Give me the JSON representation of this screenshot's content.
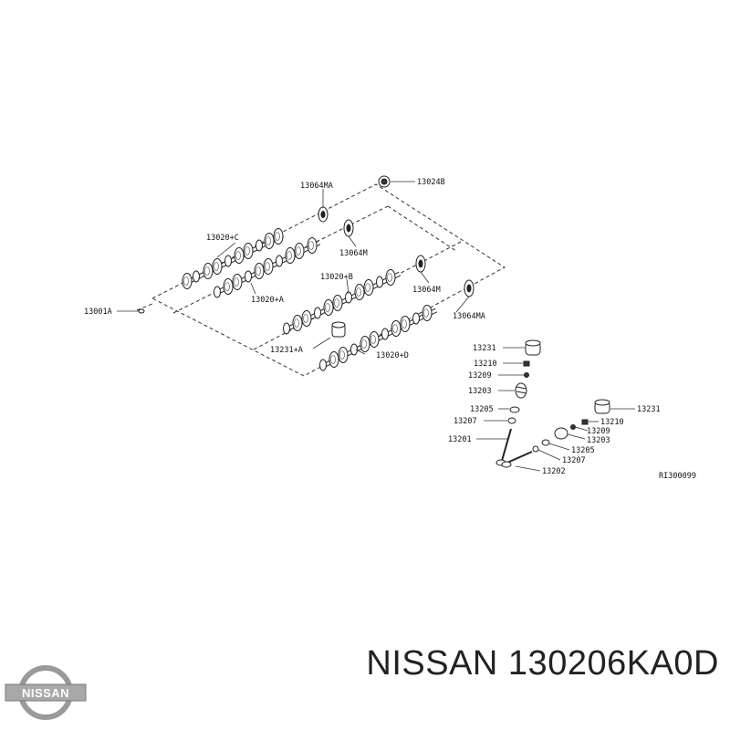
{
  "labels": {
    "l13064MA_top": "13064MA",
    "l13024B": "13024B",
    "l13020C": "13020+C",
    "l13064M_1": "13064M",
    "l13001A": "13001A",
    "l13020A": "13020+A",
    "l13020B": "13020+B",
    "l13064M_2": "13064M",
    "l13064MA_bot": "13064MA",
    "l13231A": "13231+A",
    "l13020D": "13020+D",
    "a13231": "13231",
    "a13210": "13210",
    "a13209": "13209",
    "a13203": "13203",
    "a13205": "13205",
    "a13207": "13207",
    "a13201": "13201",
    "b13231": "13231",
    "b13210": "13210",
    "b13209": "13209",
    "b13203": "13203",
    "b13205": "13205",
    "b13207": "13207",
    "b13202": "13202",
    "ref": "RI300099"
  },
  "logo": {
    "text": "NISSAN",
    "icon": "nissan-logo-icon"
  },
  "footer": {
    "title": "NISSAN 130206KA0D"
  }
}
